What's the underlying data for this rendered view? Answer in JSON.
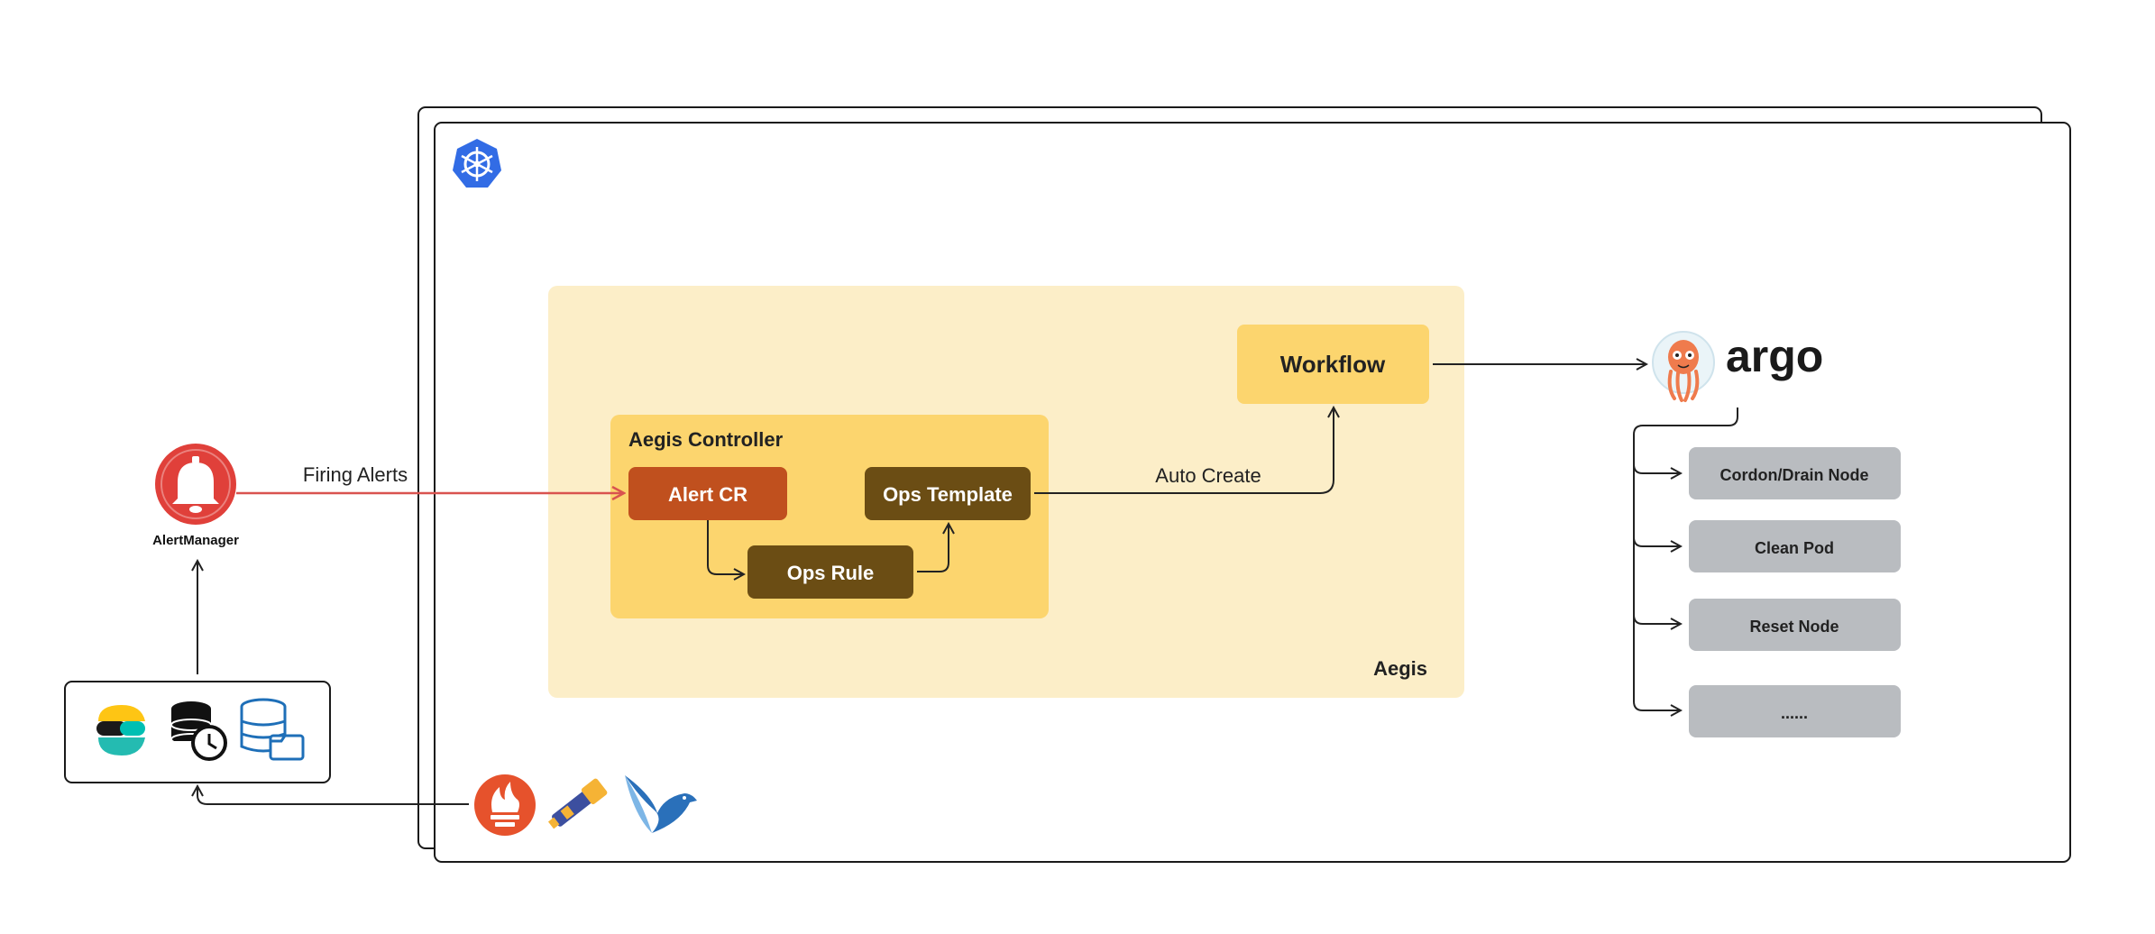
{
  "colors": {
    "aegis_bg": "#FCEEC8",
    "controller_bg": "#FCD56E",
    "workflow_bg": "#FCD56E",
    "alert_cr": "#C0501E",
    "ops_dark": "#6B4D14",
    "red_arrow": "#D9534F",
    "gray_box": "#B9BCC0",
    "kubernetes_blue": "#326CE5",
    "alertmanager_red": "#E0403A",
    "argo_orange": "#EF7B4D"
  },
  "labels": {
    "aegis": "Aegis",
    "aegis_controller": "Aegis Controller",
    "alert_cr": "Alert CR",
    "ops_template": "Ops Template",
    "ops_rule": "Ops Rule",
    "workflow": "Workflow",
    "auto_create": "Auto Create",
    "firing_alerts": "Firing Alerts",
    "alertmanager": "AlertManager",
    "argo": "argo"
  },
  "actions": [
    {
      "label": "Cordon/Drain Node"
    },
    {
      "label": "Clean Pod"
    },
    {
      "label": "Reset Node"
    },
    {
      "label": "......"
    }
  ],
  "icons": {
    "kubernetes": "kubernetes-icon",
    "alertmanager": "alertmanager-bell-icon",
    "argo_mascot": "argo-octopus-icon",
    "data_sources": [
      "elastic-icon",
      "timeseries-db-icon",
      "database-folder-icon"
    ],
    "collectors": [
      "prometheus-icon",
      "telescope-icon",
      "fluentd-bird-icon"
    ]
  }
}
